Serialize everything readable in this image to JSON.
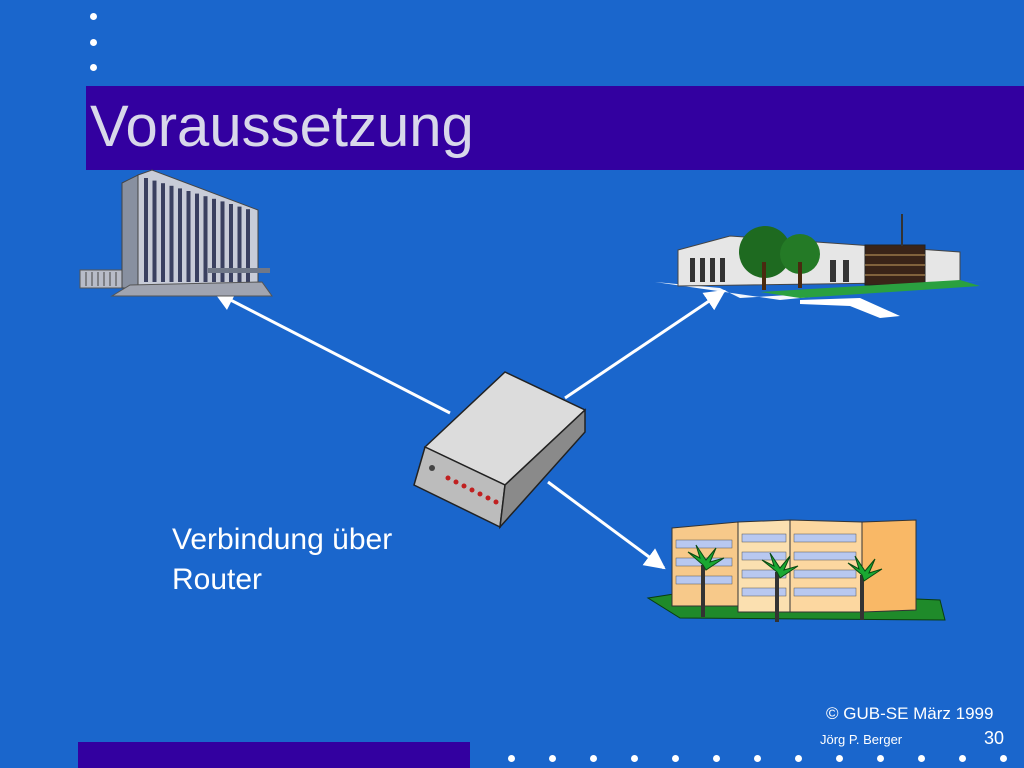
{
  "slide": {
    "title": "Voraussetzung",
    "caption_lines": [
      "Verbindung über",
      "Router"
    ],
    "footer": {
      "copyright": "© GUB-SE März 1999",
      "author": "Jörg P. Berger",
      "page_number": "30"
    }
  },
  "diagram": {
    "nodes": [
      {
        "id": "tower-office-building",
        "icon": "office-tower-icon"
      },
      {
        "id": "campus-building",
        "icon": "campus-building-icon"
      },
      {
        "id": "palm-building",
        "icon": "palm-building-icon"
      },
      {
        "id": "router",
        "icon": "router-icon"
      }
    ],
    "edges": [
      {
        "from": "router",
        "to": "tower-office-building"
      },
      {
        "from": "router",
        "to": "campus-building"
      },
      {
        "from": "router",
        "to": "palm-building"
      }
    ]
  },
  "colors": {
    "background": "#1a66cc",
    "title_band": "#3300a0",
    "title_text": "#d8d8ea",
    "text": "#ffffff"
  }
}
